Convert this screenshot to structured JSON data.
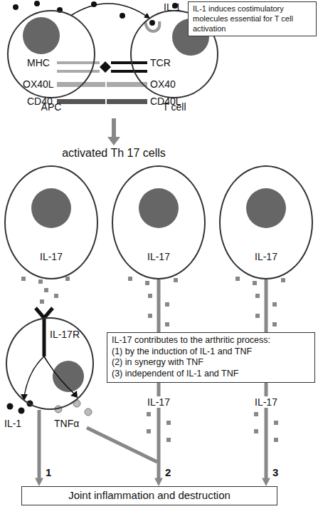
{
  "diagram": {
    "nodes": [
      {
        "text": [
          "APC"
        ]
      },
      {
        "text": [
          "T cell"
        ]
      },
      {
        "text": [
          "IL-1 induces costimulatory molecules essential for T cell activation"
        ]
      },
      {
        "text": [
          "IL-17"
        ]
      },
      {
        "text": [
          "IL-17"
        ]
      },
      {
        "text": [
          "IL-17"
        ]
      },
      {
        "text": [
          "IL-17R"
        ]
      },
      {
        "text": [
          "IL-17 contributes to the arthritic process:",
          "(1) by the induction of  IL-1 and TNF",
          "(2) in synergy with TNF",
          "(3) independent of IL-1 and TNF"
        ]
      },
      {
        "text": [
          "Joint inflammation and destruction"
        ]
      }
    ],
    "edges": [
      {
        "from": 0,
        "to": 1,
        "arrow": "to"
      },
      {
        "from": 6,
        "to": 8,
        "label": "1",
        "arrow": "to"
      },
      {
        "from": 4,
        "to": 8,
        "label": "2",
        "arrow": "to"
      },
      {
        "from": 5,
        "to": 8,
        "label": "3",
        "arrow": "to"
      }
    ],
    "labels": [
      "IL-1",
      "MHC",
      "OX40L",
      "CD40",
      "TCR",
      "OX40",
      "CD40L",
      "activated Th 17 cells",
      "IL-17",
      "IL-17",
      "IL-1",
      "TNFα"
    ]
  }
}
